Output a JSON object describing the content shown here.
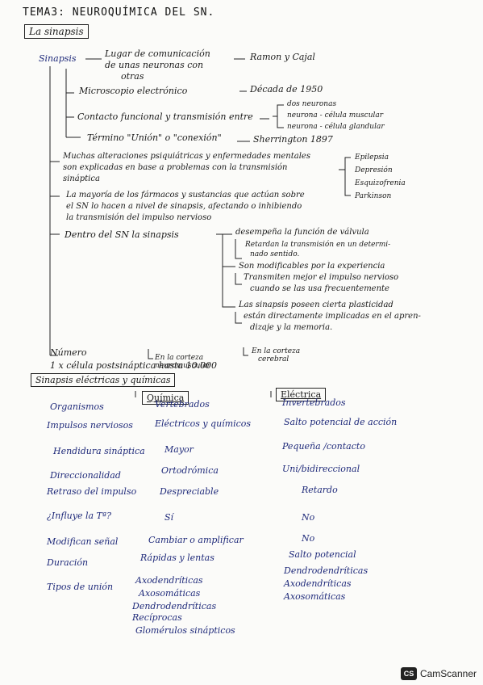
{
  "title": "TEMA3: NEUROQUÍMICA DEL SN.",
  "section1": "La sinapsis",
  "sinapsis": {
    "term": "Sinapsis",
    "definition_1": "Lugar de comunicación",
    "definition_2": "de unas neuronas con",
    "definition_3": "otras",
    "author": "Ramon y Cajal",
    "microscope": "Microscopio electrónico",
    "decade": "Década de 1950",
    "contact": "Contacto funcional y transmisión entre",
    "between": [
      "dos neuronas",
      "neurona - célula muscular",
      "neurona - célula glandular"
    ],
    "term_union": "Término \"Unión\" o \"conexión\"",
    "sherrington": "Sherrington 1897",
    "alterations_1": "Muchas alteraciones psiquiátricas y enfermedades mentales",
    "alterations_2": "son explicadas en base a problemas con la transmisión",
    "alterations_3": "sináptica",
    "diseases": [
      "Epilepsia",
      "Depresión",
      "Esquizofrenia",
      "Parkinson"
    ],
    "drugs_1": "La mayoría de los fármacos y sustancias que actúan sobre",
    "drugs_2": "el SN lo hacen a nivel de sinapsis, afectando o inhibiendo",
    "drugs_3": "la transmisión del impulso nervioso",
    "within": "Dentro del SN la sinapsis",
    "func_1": "desempeña la función de válvula",
    "func_2": "Retardan la transmisión en un determi-",
    "func_3": "nado sentido.",
    "mod_1": "Son modificables por la experiencia",
    "mod_2": "Transmiten mejor el impulso nervioso",
    "mod_3": "cuando se las usa frecuentemente",
    "plast_1": "Las sinapsis poseen cierta plasticidad",
    "plast_2": "están directamente implicadas en el apren-",
    "plast_3": "dizaje y la memoria.",
    "number": "Número",
    "number_val": "1 x célula postsináptica hasta 10.000",
    "number_note1": "En la corteza",
    "number_note1b": "neuromuscular",
    "number_note2": "En la corteza",
    "number_note2b": "cerebral"
  },
  "section2": "Sinapsis eléctricas y químicas",
  "table": {
    "header_q": "Química",
    "header_e": "Eléctrica",
    "rows": [
      {
        "label": "Organismos",
        "q": "Vertebrados",
        "e": "Invertebrados"
      },
      {
        "label": "Impulsos nerviosos",
        "q": "Eléctricos y químicos",
        "e": "Salto potencial de acción"
      },
      {
        "label": "Hendidura sináptica",
        "q": "Mayor",
        "e": "Pequeña /contacto"
      },
      {
        "label": "Direccionalidad",
        "q": "Ortodrómica",
        "e": "Uni/bidireccional"
      },
      {
        "label": "Retraso del impulso",
        "q": "Despreciable",
        "e": "Retardo"
      },
      {
        "label": "¿Influye la Tª?",
        "q": "Sí",
        "e": "No"
      },
      {
        "label": "Modifican señal",
        "q": "Cambiar o amplificar",
        "e": "No"
      },
      {
        "label": "Duración",
        "q": "Rápidas y lentas",
        "e": "Salto potencial"
      }
    ],
    "types_label": "Tipos de unión",
    "types_q": [
      "Axodendríticas",
      "Axosomáticas",
      "Dendrodendríticas",
      "Recíprocas",
      "Glomérulos sinápticos"
    ],
    "types_e": [
      "Dendrodendríticas",
      "Axodendríticas",
      "Axosomáticas"
    ]
  },
  "brand": {
    "icon": "CS",
    "name": "CamScanner"
  }
}
